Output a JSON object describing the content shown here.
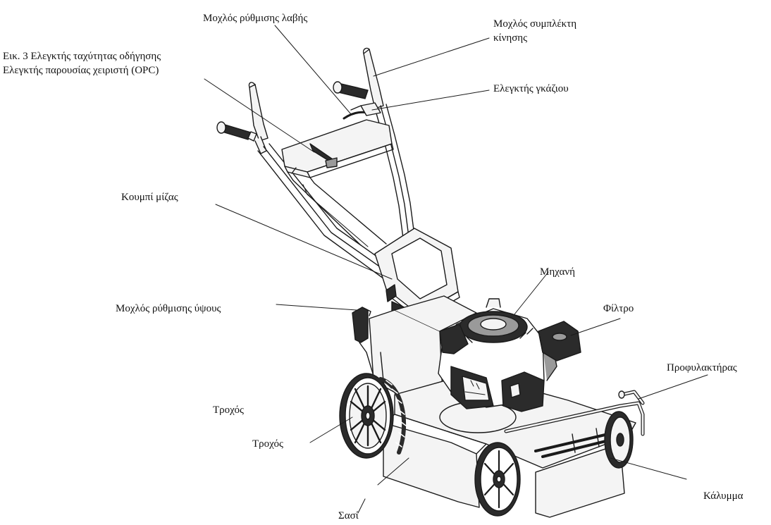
{
  "figure_caption": "Εικ. 3",
  "labels": {
    "handle_adjust_lever": "Μοχλός ρύθμισης λαβής",
    "drive_clutch_lever_1": "Μοχλός συμπλέκτη",
    "drive_clutch_lever_2": "κίνησης",
    "speed_control": "Ελεγκτής ταχύτητας οδήγησης",
    "opc_control": "Ελεγκτής παρουσίας χειριστή (OPC)",
    "throttle_control": "Ελεγκτής γκάζιου",
    "start_button": "Κουμπί μίζας",
    "engine": "Μηχανή",
    "filter": "Φίλτρο",
    "height_adjust_lever": "Μοχλός ρύθμισης ύψους",
    "bumper": "Προφυλακτήρας",
    "wheel_1": "Τροχός",
    "wheel_2": "Τροχός",
    "cover": "Κάλυμμα",
    "chassis": "Σασί"
  },
  "colors": {
    "stroke": "#1a1a1a",
    "fill_light": "#f4f4f4",
    "fill_dark": "#2b2b2b",
    "fill_mid": "#9a9a9a"
  }
}
